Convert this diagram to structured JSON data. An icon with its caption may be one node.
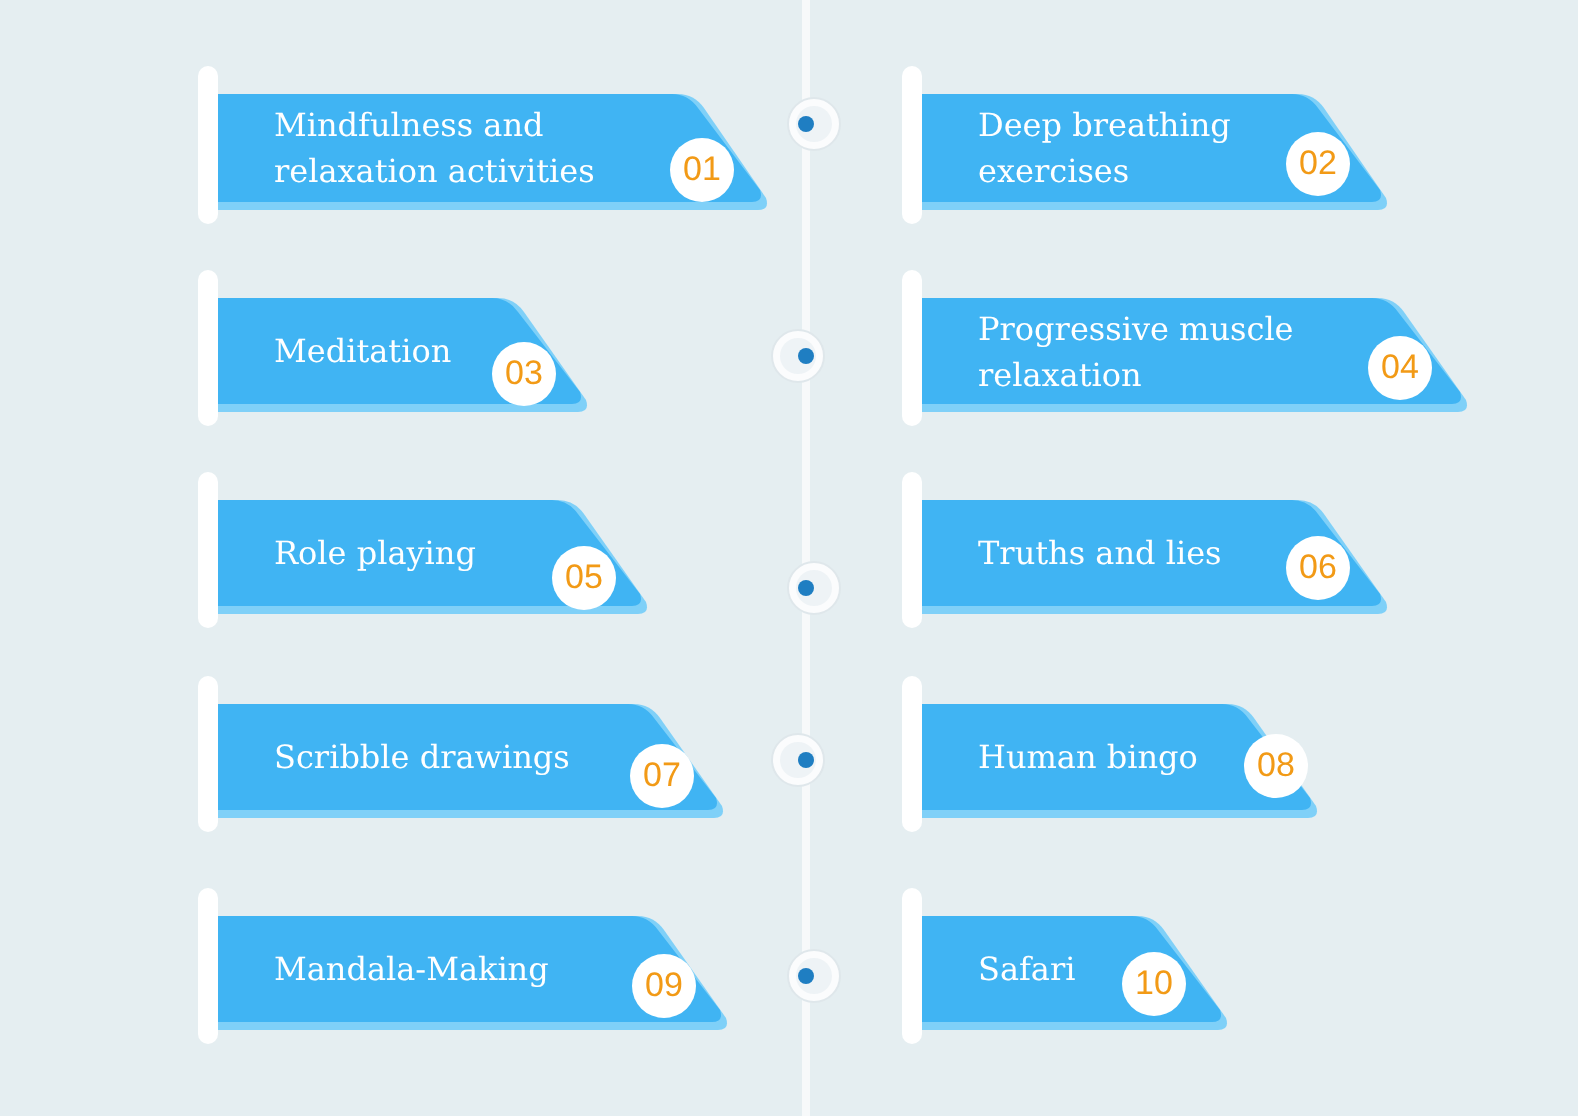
{
  "diagram": {
    "nodes": [
      {
        "text": [
          "Mindfulness and relaxation activities"
        ]
      },
      {
        "text": [
          "01"
        ],
        "in": 0
      },
      {
        "text": [
          "Deep breathing exercises"
        ]
      },
      {
        "text": [
          "02"
        ],
        "in": 2
      },
      {
        "text": [
          "Meditation"
        ]
      },
      {
        "text": [
          "03"
        ],
        "in": 4
      },
      {
        "text": [
          "Progressive muscle relaxation"
        ]
      },
      {
        "text": [
          "04"
        ],
        "in": 6
      },
      {
        "text": [
          "Role playing"
        ]
      },
      {
        "text": [
          "05"
        ],
        "in": 8
      },
      {
        "text": [
          "Truths and lies"
        ]
      },
      {
        "text": [
          "06"
        ],
        "in": 10
      },
      {
        "text": [
          "Scribble drawings"
        ]
      },
      {
        "text": [
          "07"
        ],
        "in": 12
      },
      {
        "text": [
          "Human bingo"
        ]
      },
      {
        "text": [
          "08"
        ],
        "in": 14
      },
      {
        "text": [
          "Mandala-Making"
        ]
      },
      {
        "text": [
          "09"
        ],
        "in": 16
      },
      {
        "text": [
          "Safari"
        ]
      },
      {
        "text": [
          "10"
        ],
        "in": 18
      }
    ]
  }
}
